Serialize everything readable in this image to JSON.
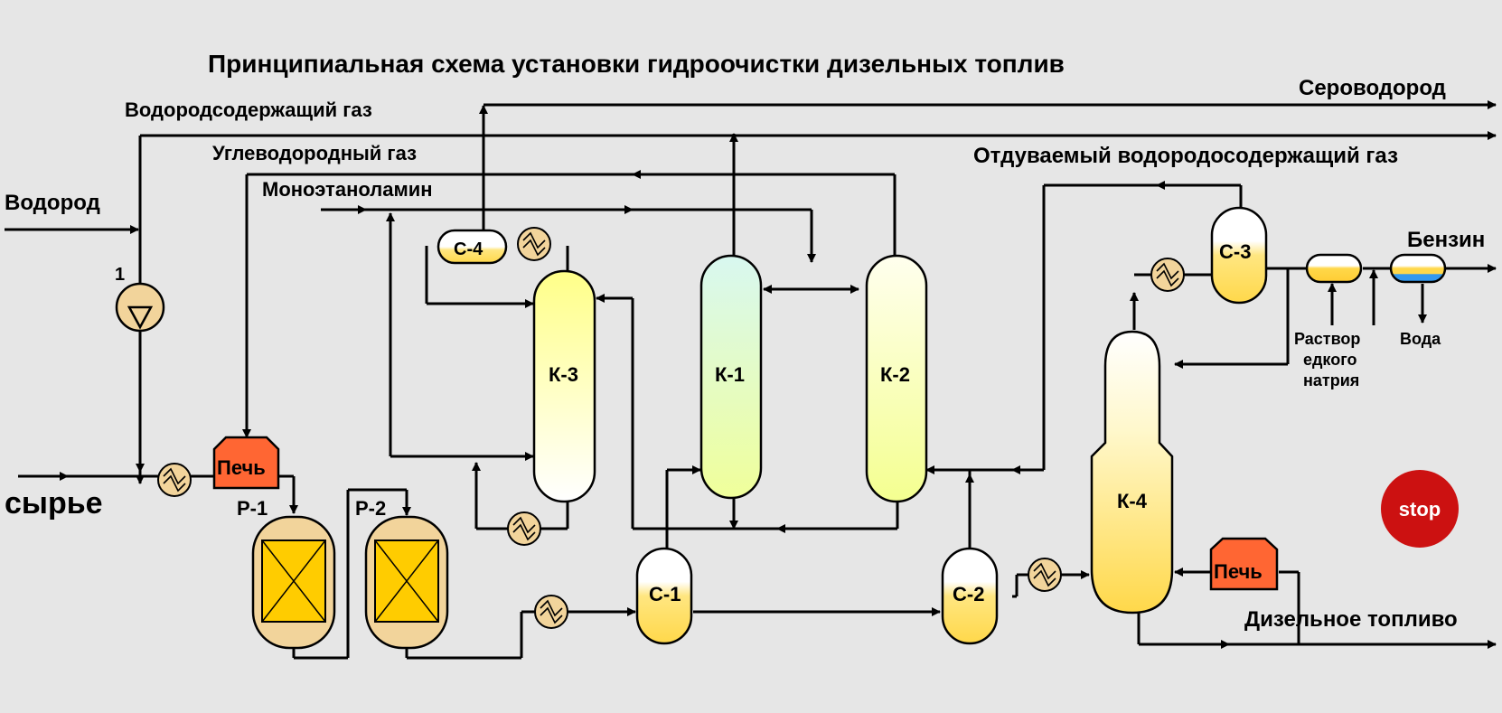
{
  "title": "Принципиальная схема установки гидроочистки дизельных топлив",
  "streams": {
    "hydrogen_gas": "Водородсодержащий газ",
    "hydrocarbon_gas": "Углеводородный газ",
    "monoethanolamine": "Моноэтаноламин",
    "hydrogen": "Водород",
    "feed": "сырье",
    "hydrogen_sulfide": "Сероводород",
    "purge_gas": "Отдуваемый водородосодержащий газ",
    "gasoline": "Бензин",
    "caustic_l1": "Раствор",
    "caustic_l2": "едкого",
    "caustic_l3": "натрия",
    "water": "Вода",
    "diesel": "Дизельное топливо"
  },
  "equipment": {
    "compressor": "1",
    "furnace1": "Печь",
    "furnace2": "Печь",
    "r1": "Р-1",
    "r2": "Р-2",
    "k1": "К-1",
    "k2": "К-2",
    "k3": "К-3",
    "k4": "К-4",
    "c1": "С-1",
    "c2": "С-2",
    "c3": "С-3",
    "c4": "С-4"
  },
  "controls": {
    "stop": "stop"
  },
  "colors": {
    "background": "#e6e6e6",
    "furnace": "#ff6633",
    "catalyst": "#ffcc00",
    "reactor_shell": "#f2d49b",
    "stop": "#cc1111",
    "k1_top": "#d8f8f0",
    "k1_bottom": "#f0ff9a",
    "column_light": "#ffffe6",
    "column_yellow": "#ffff99",
    "separator_fill": "#ffd84a",
    "water_blue": "#3399ee"
  },
  "icons": [
    "heat-exchanger-icon",
    "compressor-icon",
    "furnace-icon",
    "reactor-icon"
  ]
}
